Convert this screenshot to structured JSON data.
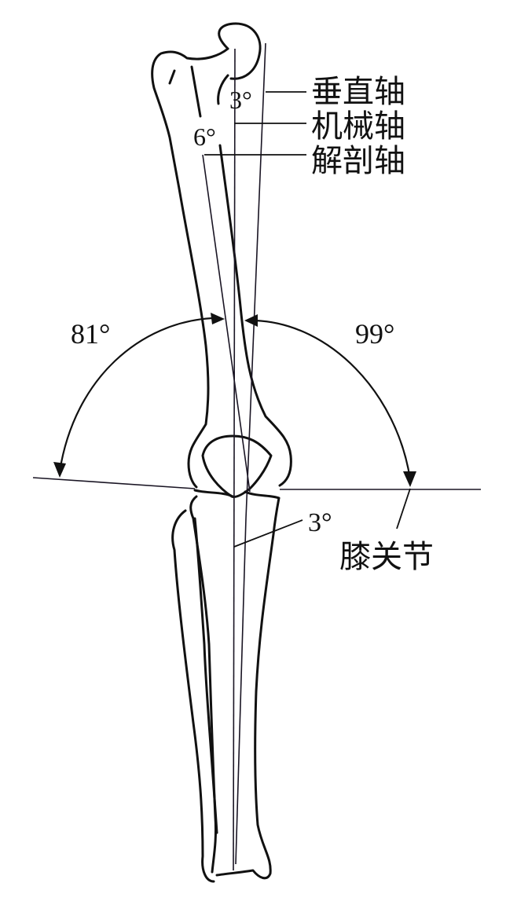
{
  "figure": {
    "subject": "Lower limb axes (femur and tibia, anterior view)",
    "background": "#ffffff",
    "line_color": "#111111"
  },
  "labels": {
    "vertical_axis": "垂直轴",
    "mechanical_axis": "机械轴",
    "anatomical_axis": "解剖轴",
    "knee_joint": "膝关节"
  },
  "angles": {
    "hip_vertical_mechanical": "3°",
    "femur_mechanical_anatomical": "6°",
    "medial_knee_angle": "81°",
    "lateral_knee_angle": "99°",
    "tibia_vertical_mechanical": "3°"
  }
}
